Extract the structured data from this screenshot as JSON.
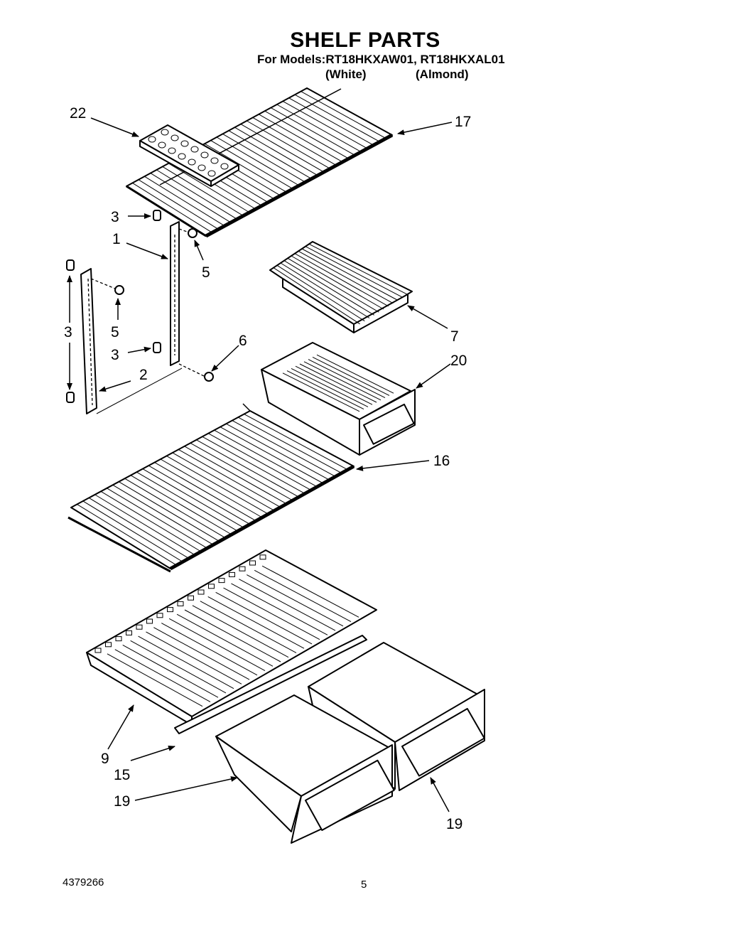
{
  "header": {
    "title": "SHELF PARTS",
    "models_line": "For Models:RT18HKXAW01, RT18HKXAL01",
    "variant_white": "(White)",
    "variant_almond": "(Almond)"
  },
  "footer": {
    "document_number": "4379266",
    "page_number": "5"
  },
  "callouts": [
    "22",
    "17",
    "3",
    "1",
    "5",
    "3",
    "5",
    "3",
    "6",
    "2",
    "7",
    "20",
    "16",
    "9",
    "15",
    "19",
    "19"
  ]
}
